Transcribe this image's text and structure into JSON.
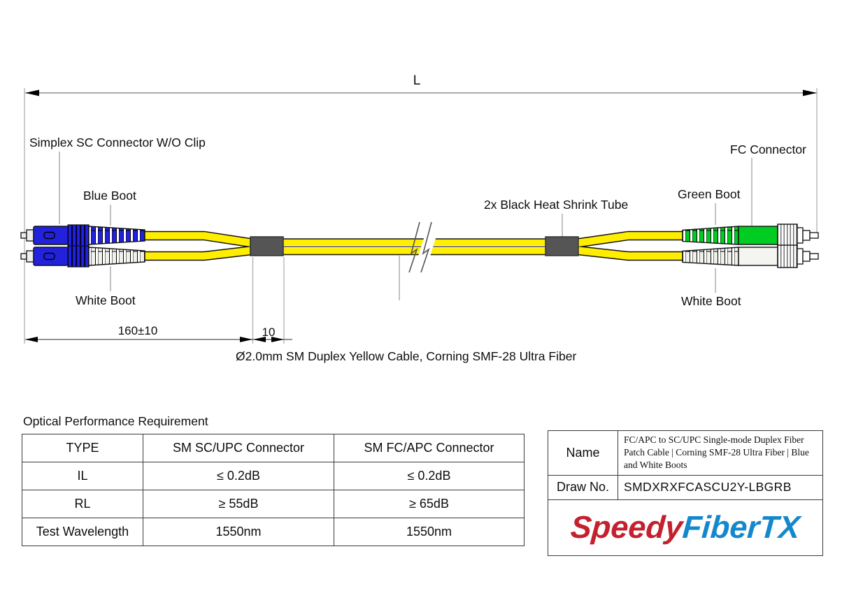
{
  "diagram": {
    "length_label": "L",
    "labels": {
      "sc_connector": "Simplex SC Connector W/O Clip",
      "blue_boot": "Blue Boot",
      "white_boot_left": "White Boot",
      "heat_shrink": "2x Black Heat Shrink Tube",
      "green_boot": "Green Boot",
      "fc_connector": "FC Connector",
      "white_boot_right": "White Boot"
    },
    "dimensions": {
      "breakout_length": "160±10",
      "tube_length": "10"
    },
    "cable_note": "Ø2.0mm SM Duplex Yellow Cable, Corning SMF-28 Ultra Fiber",
    "colors": {
      "connector_blue": "#2222dd",
      "boot_green": "#00cc22",
      "boot_white": "#f4f4f0",
      "cable_yellow": "#ffee00",
      "heat_shrink_gray": "#555555"
    }
  },
  "performance_table": {
    "title": "Optical Performance Requirement",
    "headers": [
      "TYPE",
      "SM SC/UPC Connector",
      "SM FC/APC Connector"
    ],
    "rows": [
      {
        "type": "IL",
        "sc": "≤ 0.2dB",
        "fc": "≤ 0.2dB"
      },
      {
        "type": "RL",
        "sc": "≥ 55dB",
        "fc": "≥ 65dB"
      },
      {
        "type": "Test Wavelength",
        "sc": "1550nm",
        "fc": "1550nm"
      }
    ]
  },
  "title_block": {
    "name_label": "Name",
    "name_value": "FC/APC to SC/UPC Single-mode Duplex Fiber Patch Cable | Corning SMF-28 Ultra Fiber | Blue and White Boots",
    "draw_no_label": "Draw No.",
    "draw_no_value": "SMDXRXFCASCU2Y-LBGRB",
    "logo": {
      "part1": "Speedy",
      "part2": "FiberTX",
      "color1": "#c4202e",
      "color2": "#1488cc"
    }
  }
}
